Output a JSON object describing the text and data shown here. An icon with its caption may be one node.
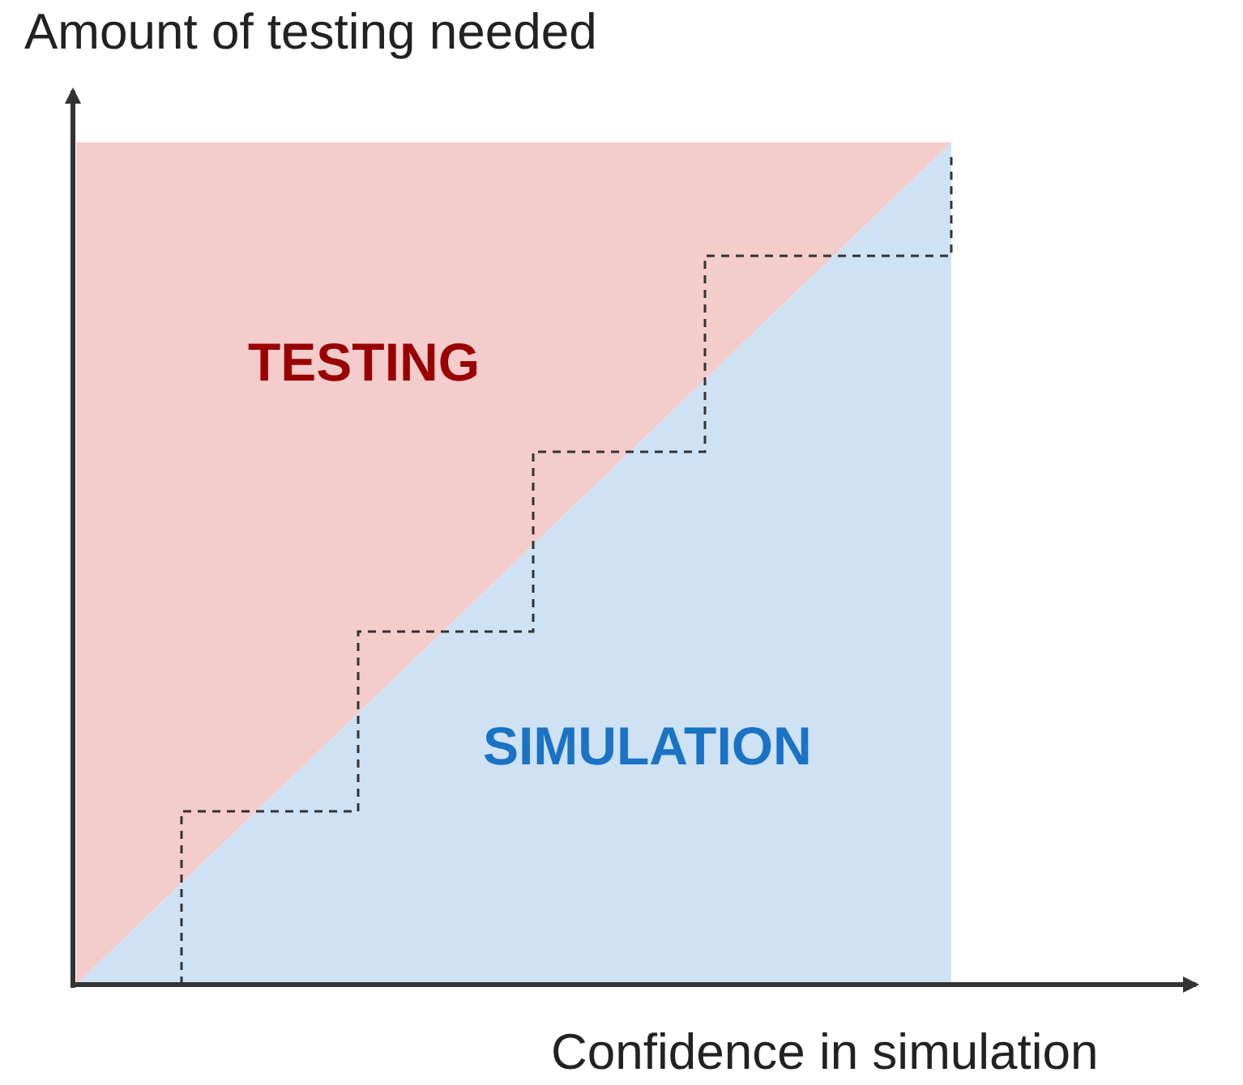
{
  "diagram": {
    "labels": [
      "Amount of testing needed",
      "TESTING",
      "SIMULATION",
      "Confidence in simulation"
    ]
  }
}
